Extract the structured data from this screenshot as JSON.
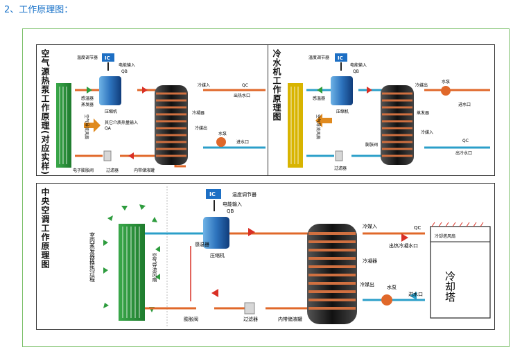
{
  "heading": "2、工作原理图：",
  "panel1": {
    "title": "空气源热泵工作原理(对应实样)",
    "thermostat": "温度调节器",
    "ic": "IC",
    "power": "电能输入",
    "qb": "QB",
    "compressor": "压缩机",
    "refrigerant_in": "冷媒入",
    "qc": "QC",
    "hot_water_outlet": "出热水口",
    "sensor": "感温器",
    "evaporator": "蒸发器",
    "fan": "空气导流风扇",
    "other_heat": "其它介质热量输入",
    "qa": "QA",
    "condenser": "冷凝器",
    "refrigerant_out": "冷媒出",
    "pump": "水泵",
    "water_inlet": "进水口",
    "expansion_valve": "电子膨胀阀",
    "filter": "过滤器",
    "tank": "内带储液罐"
  },
  "panel2": {
    "title": "冷水机工作原理图",
    "thermostat": "温度调节器",
    "ic": "IC",
    "power": "电能输入",
    "qb": "QB",
    "refrigerant_out": "冷媒出",
    "pump": "水泵",
    "sensor": "感温器",
    "compressor": "压缩机",
    "water_inlet": "进水口",
    "fan": "空气导流风扇",
    "evaporator": "蒸发器",
    "refrigerant_in": "冷媒入",
    "qc": "QC",
    "expansion_valve": "膨胀阀",
    "filter": "过滤器",
    "cold_water_outlet": "出冷水口"
  },
  "panel3": {
    "title": "中央空调工作原理图",
    "thermostat": "温度调节器",
    "ic": "IC",
    "power": "电能输入",
    "qb": "QB",
    "compressor": "压缩机",
    "refrigerant_in": "冷媒入",
    "qc": "QC",
    "cooling_fan": "冷却塔风扇",
    "outlet": "出热冷凝水口",
    "sensor": "感温器",
    "indoor_evap": "室内蒸发器换热过程",
    "fan": "空气导流风扇",
    "condenser": "冷凝器",
    "refrigerant_out": "冷媒出",
    "pump": "水泵",
    "water_inlet": "进水口",
    "cooling_tower": "冷却塔",
    "expansion_valve": "膨胀阀",
    "filter": "过滤器",
    "tank": "内带储液罐"
  },
  "colors": {
    "heading": "#1a73c9",
    "frame": "#7cc06b",
    "hot_pipe": "#e0682a",
    "cold_pipe": "#2b9fc9",
    "red_pipe": "#d93025",
    "coil_green": "#2e9c3e",
    "ic_blue": "#1d6fc4"
  }
}
